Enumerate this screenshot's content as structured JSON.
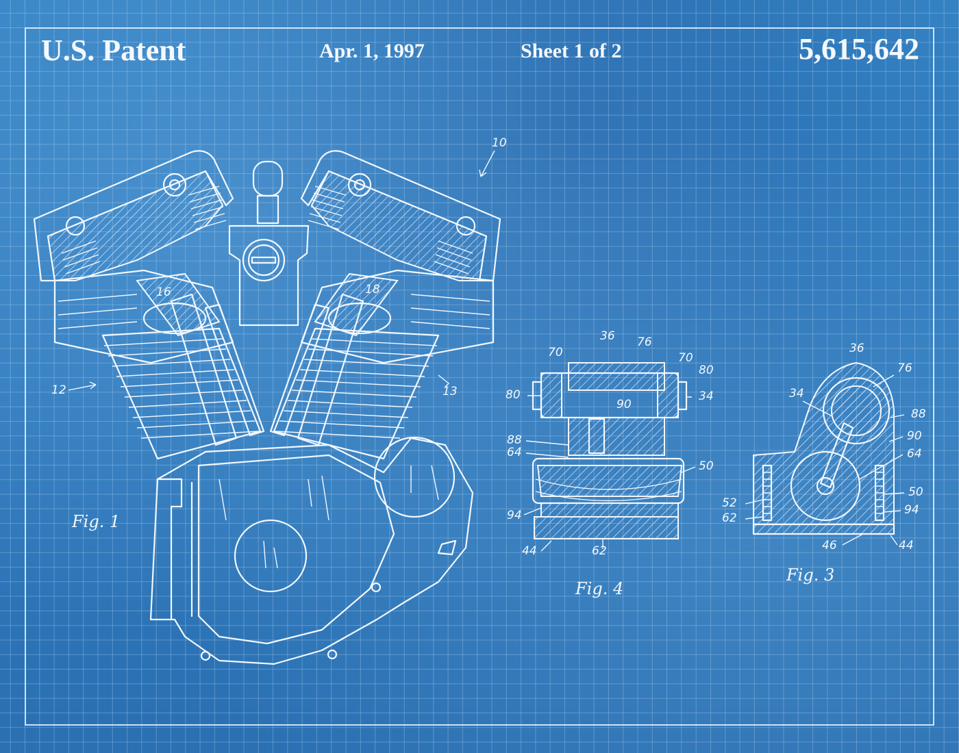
{
  "header": {
    "left": "U.S. Patent",
    "date": "Apr. 1, 1997",
    "sheet": "Sheet 1 of 2",
    "number": "5,615,642"
  },
  "figures": {
    "fig1": {
      "caption": "Fig. 1",
      "refs": {
        "r10": "10",
        "r12": "12",
        "r13": "13",
        "r16": "16",
        "r18": "18"
      }
    },
    "fig4": {
      "caption": "Fig. 4",
      "refs": {
        "r36": "36",
        "r76": "76",
        "r70a": "70",
        "r70b": "70",
        "r80a": "80",
        "r80b": "80",
        "r34": "34",
        "r90": "90",
        "r88": "88",
        "r64": "64",
        "r50": "50",
        "r94": "94",
        "r44": "44",
        "r62": "62"
      }
    },
    "fig3": {
      "caption": "Fig. 3",
      "refs": {
        "r36": "36",
        "r76": "76",
        "r34": "34",
        "r88": "88",
        "r90": "90",
        "r64": "64",
        "r50": "50",
        "r52": "52",
        "r62": "62",
        "r94": "94",
        "r46": "46",
        "r44": "44"
      }
    }
  },
  "colors": {
    "paper": "#2e78b8",
    "ink": "#f2f8ff",
    "grid": "#c8e1fa"
  }
}
